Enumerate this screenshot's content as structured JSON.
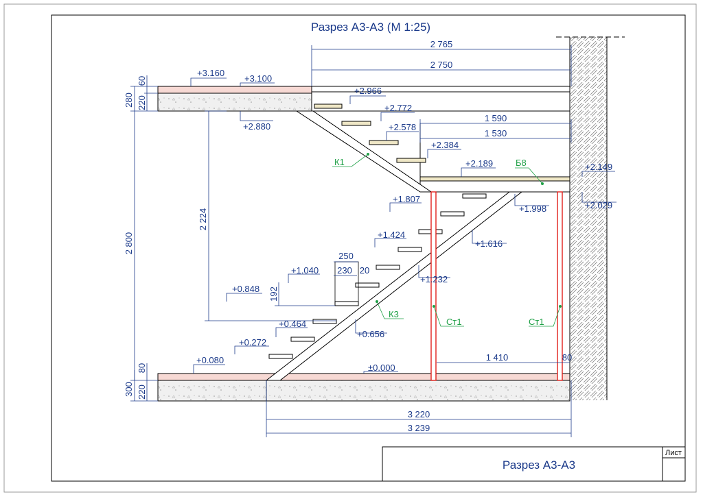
{
  "drawing": {
    "title": "Разрез А3-А3 (М 1:25)",
    "title_block_name": "Разрез А3-А3",
    "sheet_label": "Лист"
  },
  "dimensions": {
    "top_2765": "2 765",
    "top_2750": "2 750",
    "landing_1590": "1 590",
    "landing_1530": "1 530",
    "total_2800": "2 800",
    "clear_2224": "2 224",
    "slab_top_280": "280",
    "slab_top_60": "60",
    "slab_top_220": "220",
    "slab_bot_300": "300",
    "slab_bot_80": "80",
    "slab_bot_220": "220",
    "step_250": "250",
    "step_230": "230",
    "step_20": "20",
    "step_192": "192",
    "post_1410": "1 410",
    "post_80": "80",
    "bottom_3220": "3 220",
    "bottom_3239": "3 239"
  },
  "elevations": {
    "e3160": "+3.160",
    "e3100": "+3.100",
    "e2966": "+2.966",
    "e2880": "+2.880",
    "e2772": "+2.772",
    "e2578": "+2.578",
    "e2384": "+2.384",
    "e2189": "+2.189",
    "e2149": "+2.149",
    "e2029": "+2.029",
    "e1998": "+1.998",
    "e1807": "+1.807",
    "e1616": "+1.616",
    "e1424": "+1.424",
    "e1232": "+1.232",
    "e1040": "+1.040",
    "e0848": "+0.848",
    "e0656": "+0.656",
    "e0464": "+0.464",
    "e0272": "+0.272",
    "e0080": "+0.080",
    "e0000": "±0.000"
  },
  "tags": {
    "k1": "К1",
    "k3": "К3",
    "b8": "Б8",
    "st1_left": "Ст1",
    "st1_right": "Ст1"
  },
  "colors": {
    "line": "#000000",
    "dimension": "#1b3a8a",
    "tag": "#1fa046",
    "post": "#e0201b",
    "slab_fill": "#f2f2f2",
    "screed_fill": "#f7d9d4",
    "tread_fill": "#efe7c6"
  }
}
